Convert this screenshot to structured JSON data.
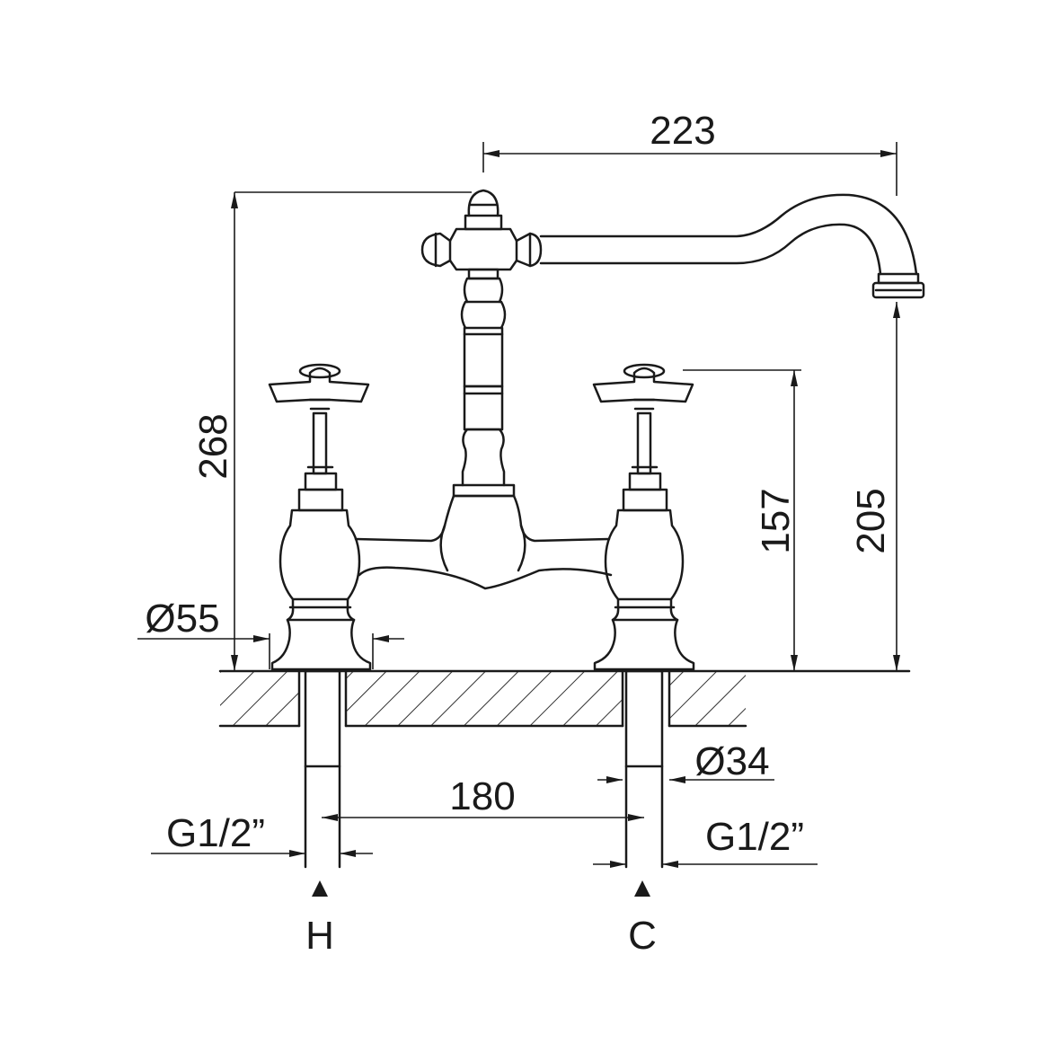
{
  "title": "Bridge mixer tap dimension drawing",
  "dimensions": {
    "spout_reach": "223",
    "total_height": "268",
    "handle_height": "157",
    "spout_height": "205",
    "base_diameter": "Ø55",
    "hole_diameter": "Ø34",
    "centres": "180",
    "connection_left": "G1/2”",
    "connection_right": "G1/2”"
  },
  "inlets": {
    "hot": "H",
    "cold": "C"
  },
  "colors": {
    "line": "#1a1a1a",
    "background": "#ffffff"
  }
}
